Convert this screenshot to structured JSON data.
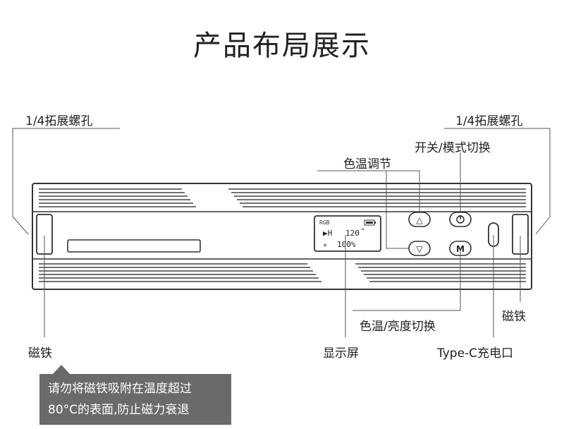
{
  "title": "产品布局展示",
  "labels": {
    "screw_hole_left": "1/4拓展螺孔",
    "screw_hole_right": "1/4拓展螺孔",
    "power_mode": "开关/模式切换",
    "color_temp_adjust": "色温调节",
    "magnet_left": "磁铁",
    "magnet_right": "磁铁",
    "temp_brightness_switch": "色温/亮度切换",
    "display": "显示屏",
    "usb_c": "Type-C充电口"
  },
  "screen": {
    "mode": "RGB",
    "line1_prefix": "▶H",
    "line1_value": "120",
    "line1_unit": "°",
    "line2_icon": "✳",
    "line2_value": "100%"
  },
  "buttons": {
    "up": "△",
    "down": "▽",
    "power": "⏻",
    "mode": "M"
  },
  "note": {
    "line1": "请勿将磁铁吸附在温度超过",
    "line2": "80°C的表面,防止磁力衰退"
  }
}
